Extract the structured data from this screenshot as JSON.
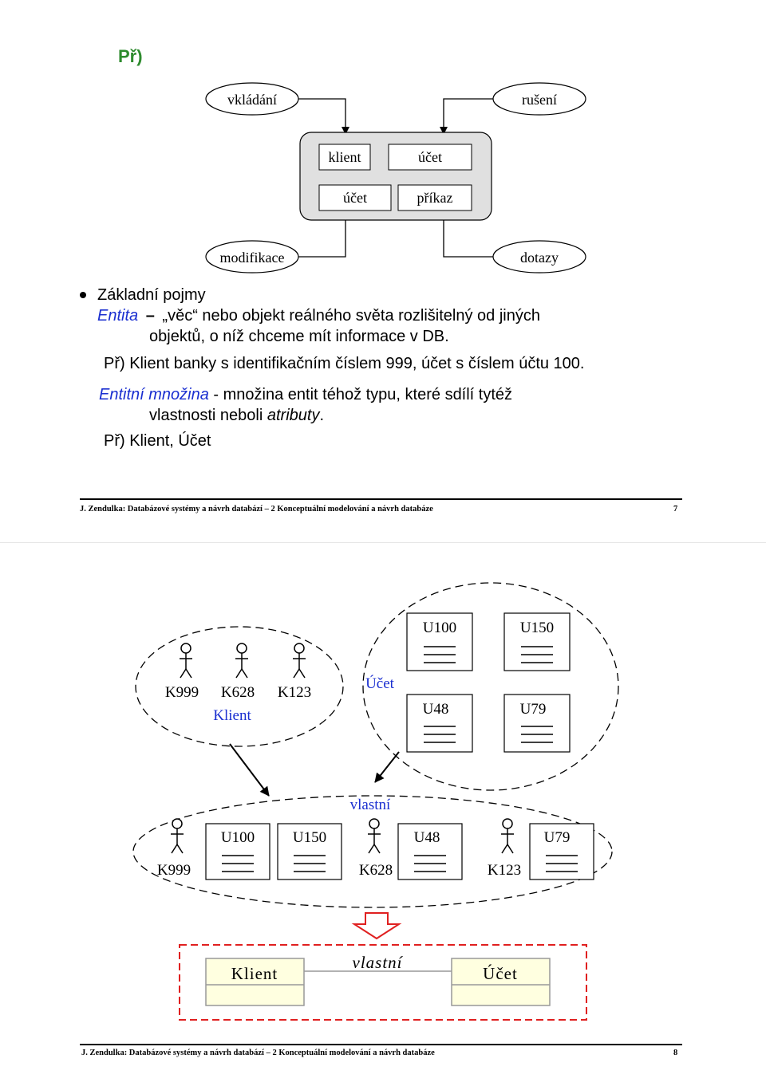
{
  "page1": {
    "heading": "Př)",
    "diagram": {
      "insert": "vkládání",
      "delete": "rušení",
      "modify": "modifikace",
      "query": "dotazy",
      "tables": [
        "klient",
        "účet",
        "účet",
        "příkaz"
      ]
    },
    "bullet_title": "Základní pojmy",
    "entita_term": "Entita",
    "entita_dash": "–",
    "entita_def_1": "„věc“ nebo objekt reálného světa rozlišitelný od jiných",
    "entita_def_2": "objektů, o níž chceme mít informace v DB.",
    "example1": "Př) Klient banky s identifikačním číslem 999, účet s číslem účtu 100.",
    "set_term": "Entitní množina",
    "set_def_1": " - množina entit téhož typu, které sdílí tytéž",
    "set_def_2a": "vlastnosti neboli ",
    "set_def_2b": "atributy",
    "set_def_2c": ".",
    "example2": "Př) Klient, Účet",
    "footer": "J. Zendulka: Databázové systémy a návrh databází – 2 Konceptuální modelování a návrh databáze",
    "page_number": "7"
  },
  "page2": {
    "clients": [
      "K999",
      "K628",
      "K123"
    ],
    "client_set_label": "Klient",
    "account_set_label": "Účet",
    "accounts": [
      "U100",
      "U150",
      "U48",
      "U79"
    ],
    "relation_label": "vlastní",
    "pairs": [
      {
        "client": "K999",
        "accounts": [
          "U100",
          "U150"
        ]
      },
      {
        "client": "K628",
        "accounts": [
          "U48"
        ]
      },
      {
        "client": "K123",
        "accounts": [
          "U79"
        ]
      }
    ],
    "er": {
      "entity1": "Klient",
      "relation": "vlastní",
      "entity2": "Účet"
    },
    "footer": "J. Zendulka: Databázové systémy a návrh databází – 2 Konceptuální modelování a návrh databáze",
    "page_number": "8"
  },
  "colors": {
    "green": "#2e8b2e",
    "blue": "#1a2fd0",
    "red": "#e02020",
    "er_box_fill": "#ffffe0",
    "container_fill": "#e0e0e0"
  }
}
